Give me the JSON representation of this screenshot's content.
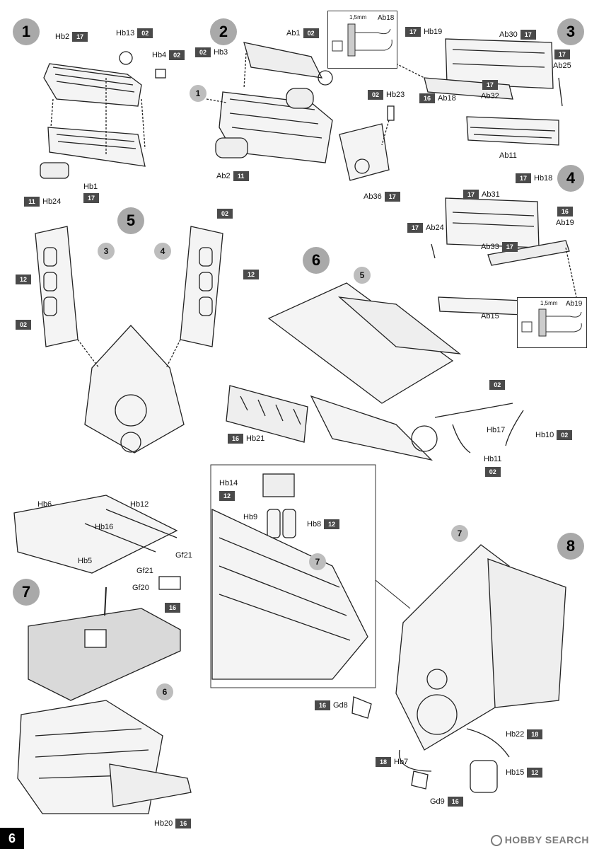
{
  "page": {
    "number": "6"
  },
  "watermark": {
    "text": "HOBBY SEARCH"
  },
  "steps": [
    {
      "id": "step-1",
      "number": "1"
    },
    {
      "id": "step-2",
      "number": "2"
    },
    {
      "id": "step-3",
      "number": "3"
    },
    {
      "id": "step-4",
      "number": "4"
    },
    {
      "id": "step-5",
      "number": "5"
    },
    {
      "id": "step-6",
      "number": "6"
    },
    {
      "id": "step-7",
      "number": "7"
    },
    {
      "id": "step-8",
      "number": "8"
    }
  ],
  "refs": {
    "r1": "1",
    "r3": "3",
    "r4": "4",
    "r5": "5",
    "r6": "6",
    "r7a": "7",
    "r7b": "7"
  },
  "parts": {
    "hb2": {
      "name": "Hb2",
      "code": "17"
    },
    "hb13": {
      "name": "Hb13",
      "code": "02"
    },
    "hb4": {
      "name": "Hb4",
      "code": "02"
    },
    "hb1": {
      "name": "Hb1",
      "code": "17"
    },
    "hb24": {
      "name": "Hb24",
      "code": "11"
    },
    "ab1": {
      "name": "Ab1",
      "code": "02"
    },
    "hb3": {
      "name": "Hb3",
      "code": "02"
    },
    "hb23": {
      "name": "Hb23",
      "code": "02"
    },
    "ab2": {
      "name": "Ab2",
      "code": "11"
    },
    "ab36": {
      "name": "Ab36",
      "code": "17"
    },
    "ab18i": {
      "name": "Ab18",
      "mm": "1,5mm"
    },
    "hb19": {
      "name": "Hb19",
      "code": "17"
    },
    "ab30": {
      "name": "Ab30",
      "code": "17"
    },
    "ab25": {
      "name": "Ab25",
      "code": "17"
    },
    "ab32": {
      "name": "Ab32",
      "code": "17"
    },
    "ab18": {
      "name": "Ab18",
      "code": "16"
    },
    "ab11": {
      "name": "Ab11"
    },
    "hb18": {
      "name": "Hb18",
      "code": "17"
    },
    "ab31": {
      "name": "Ab31",
      "code": "17"
    },
    "ab19": {
      "name": "Ab19",
      "code": "16"
    },
    "ab24": {
      "name": "Ab24",
      "code": "17"
    },
    "ab33": {
      "name": "Ab33",
      "code": "17"
    },
    "ab15": {
      "name": "Ab15"
    },
    "ab19i": {
      "name": "Ab19",
      "mm": "1,5mm"
    },
    "s5_02a": {
      "code": "02"
    },
    "s5_12a": {
      "code": "12"
    },
    "s5_12b": {
      "code": "12"
    },
    "s5_02b": {
      "code": "02"
    },
    "hb21": {
      "name": "Hb21",
      "code": "16"
    },
    "hb17": {
      "name": "Hb17",
      "code": "02"
    },
    "hb10": {
      "name": "Hb10",
      "code": "02"
    },
    "hb11": {
      "name": "Hb11",
      "code": "02"
    },
    "hb6": {
      "name": "Hb6"
    },
    "hb12": {
      "name": "Hb12"
    },
    "hb16": {
      "name": "Hb16"
    },
    "hb5": {
      "name": "Hb5"
    },
    "gf21a": {
      "name": "Gf21"
    },
    "gf21b": {
      "name": "Gf21"
    },
    "gf20": {
      "name": "Gf20"
    },
    "s7_16": {
      "code": "16"
    },
    "hb20": {
      "name": "Hb20",
      "code": "16"
    },
    "hb14": {
      "name": "Hb14",
      "code": "12"
    },
    "hb9": {
      "name": "Hb9"
    },
    "hb8": {
      "name": "Hb8",
      "code": "12"
    },
    "gd8": {
      "name": "Gd8",
      "code": "16"
    },
    "hb22": {
      "name": "Hb22",
      "code": "18"
    },
    "hb7": {
      "name": "Hb7",
      "code": "18"
    },
    "hb15": {
      "name": "Hb15",
      "code": "12"
    },
    "gd9": {
      "name": "Gd9",
      "code": "16"
    }
  }
}
